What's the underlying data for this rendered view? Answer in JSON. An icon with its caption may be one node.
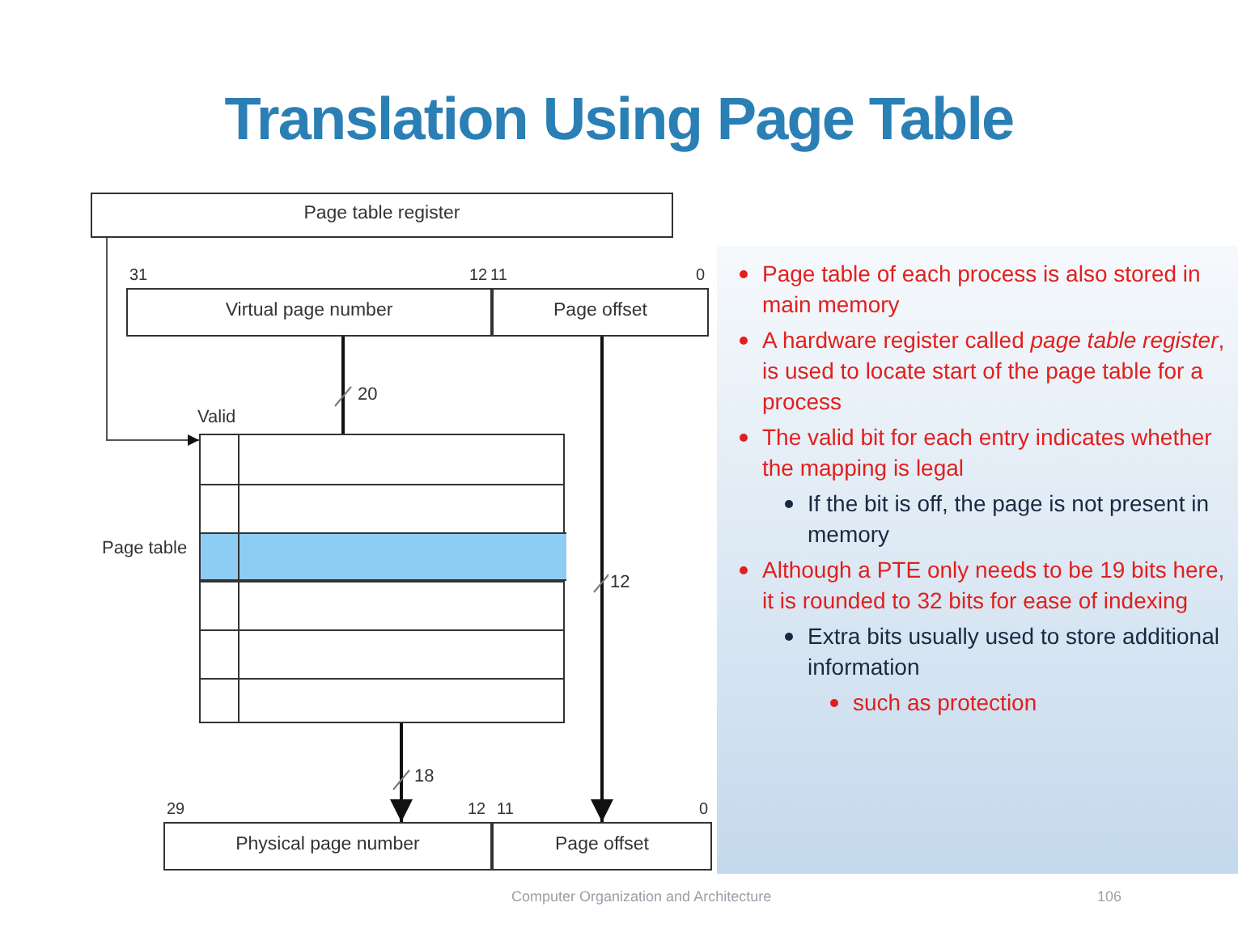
{
  "diagram": {
    "title": "Translation Using Page Table",
    "nodes": [
      {
        "text": [
          "Page table register"
        ]
      },
      {
        "text": [
          "Virtual page number"
        ]
      },
      {
        "text": [
          "Page offset"
        ]
      },
      {
        "text": [
          "Valid"
        ],
        "beside": [
          "Page table"
        ]
      },
      {
        "text": [],
        "shape": "bar",
        "in": 3
      },
      {
        "text": [
          "Physical page number"
        ]
      },
      {
        "text": [
          "Page offset"
        ]
      }
    ],
    "edges": [
      {
        "from": 0,
        "to": 3,
        "arrow": "to"
      },
      {
        "from": 1,
        "to": 4,
        "arrow": "to",
        "label": "20"
      },
      {
        "from": 4,
        "to": 5,
        "arrow": "to",
        "label": "18"
      },
      {
        "from": 2,
        "to": 6,
        "arrow": "to",
        "label": "12"
      }
    ],
    "labels": [
      "31",
      "12",
      "11",
      "0",
      "Page table of each process is also stored in main memory",
      "A hardware register called *page table register*, is used to locate start of the page table for a process",
      "The valid bit for each entry indicates whether the mapping is legal",
      "If the bit is off, the page is not present in memory",
      "Although a PTE only needs to be 19 bits here, it is rounded to 32 bits for ease of indexing",
      "Extra bits usually used to store additional information",
      "such as protection",
      "29",
      "12",
      "11",
      "0",
      "Computer Organization and Architecture",
      "106"
    ]
  }
}
